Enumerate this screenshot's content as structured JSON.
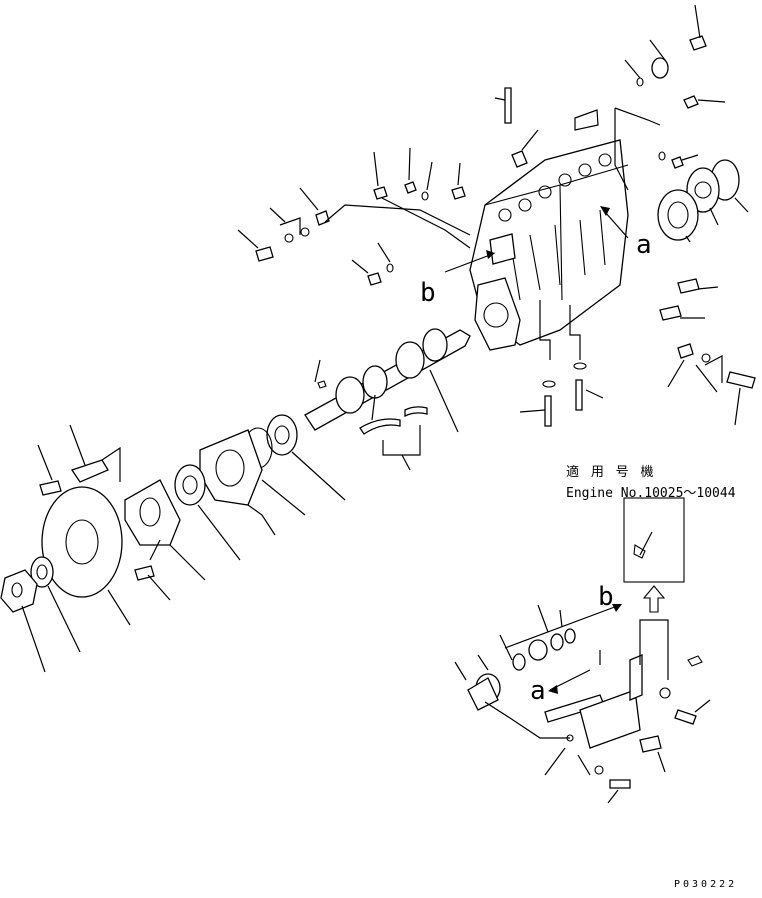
{
  "applicable": {
    "title": "適 用 号 機",
    "engine_range": "Engine No.10025～10044"
  },
  "callouts": {
    "a_upper": "a",
    "a_lower": "a",
    "b_upper": "b",
    "b_lower": "b"
  },
  "drawing_number": "P030222",
  "colors": {
    "ink": "#000000",
    "paper": "#ffffff"
  }
}
